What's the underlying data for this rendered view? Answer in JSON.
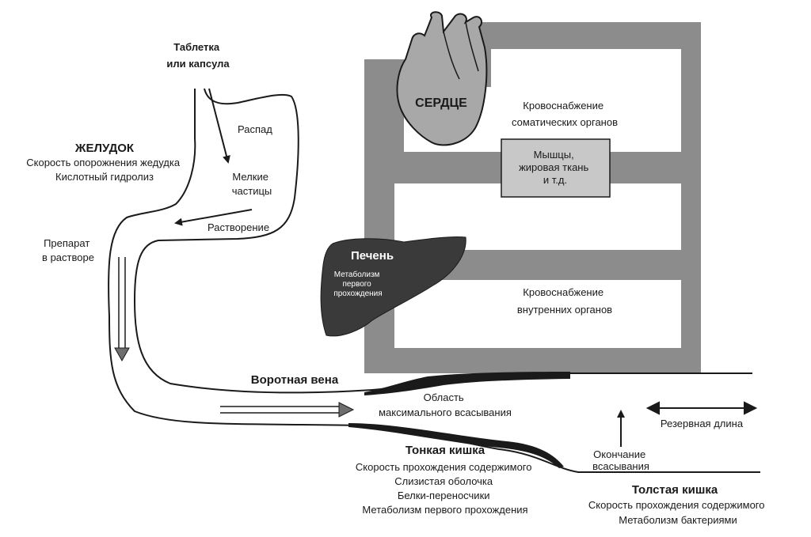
{
  "colors": {
    "frame_gray": "#8c8c8c",
    "heart_fill": "#a8a8a8",
    "liver_fill": "#3a3a3a",
    "vein_black": "#1a1a1a",
    "box_fill": "#c8c8c8",
    "text": "#1a1a1a"
  },
  "icons": [
    "heart-icon",
    "liver-icon"
  ],
  "labels": {
    "tablet": [
      "Таблетка",
      "или капсула"
    ],
    "stomach_title": "ЖЕЛУДОК",
    "stomach_lines": [
      "Скорость опорожнения жедудка",
      "Кислотный гидролиз"
    ],
    "breakdown": "Распад",
    "small_particles": [
      "Мелкие",
      "частицы"
    ],
    "dissolution": "Растворение",
    "drug_in_solution": [
      "Препарат",
      "в растворе"
    ],
    "heart": "СЕРДЦЕ",
    "somatic_supply": [
      "Кровоснабжение",
      "соматических органов"
    ],
    "muscles_box": [
      "Мышцы,",
      "жировая ткань",
      "и т.д."
    ],
    "liver": "Печень",
    "liver_metab": [
      "Метаболизм",
      "первого",
      "прохождения"
    ],
    "visceral_supply": [
      "Кровоснабжение",
      "внутренних органов"
    ],
    "portal_vein": "Воротная вена",
    "max_absorption": [
      "Область",
      "максимального всасывания"
    ],
    "reserve_length": "Резервная длина",
    "small_intestine_title": "Тонкая кишка",
    "small_intestine_lines": [
      "Скорость прохождения содержимого",
      "Слизистая оболочка",
      "Белки-переносчики",
      "Метаболизм первого прохождения"
    ],
    "end_absorption": [
      "Окончание",
      "всасывания"
    ],
    "large_intestine_title": "Толстая кишка",
    "large_intestine_lines": [
      "Скорость прохождения содержимого",
      "Метаболизм бактериями"
    ]
  }
}
